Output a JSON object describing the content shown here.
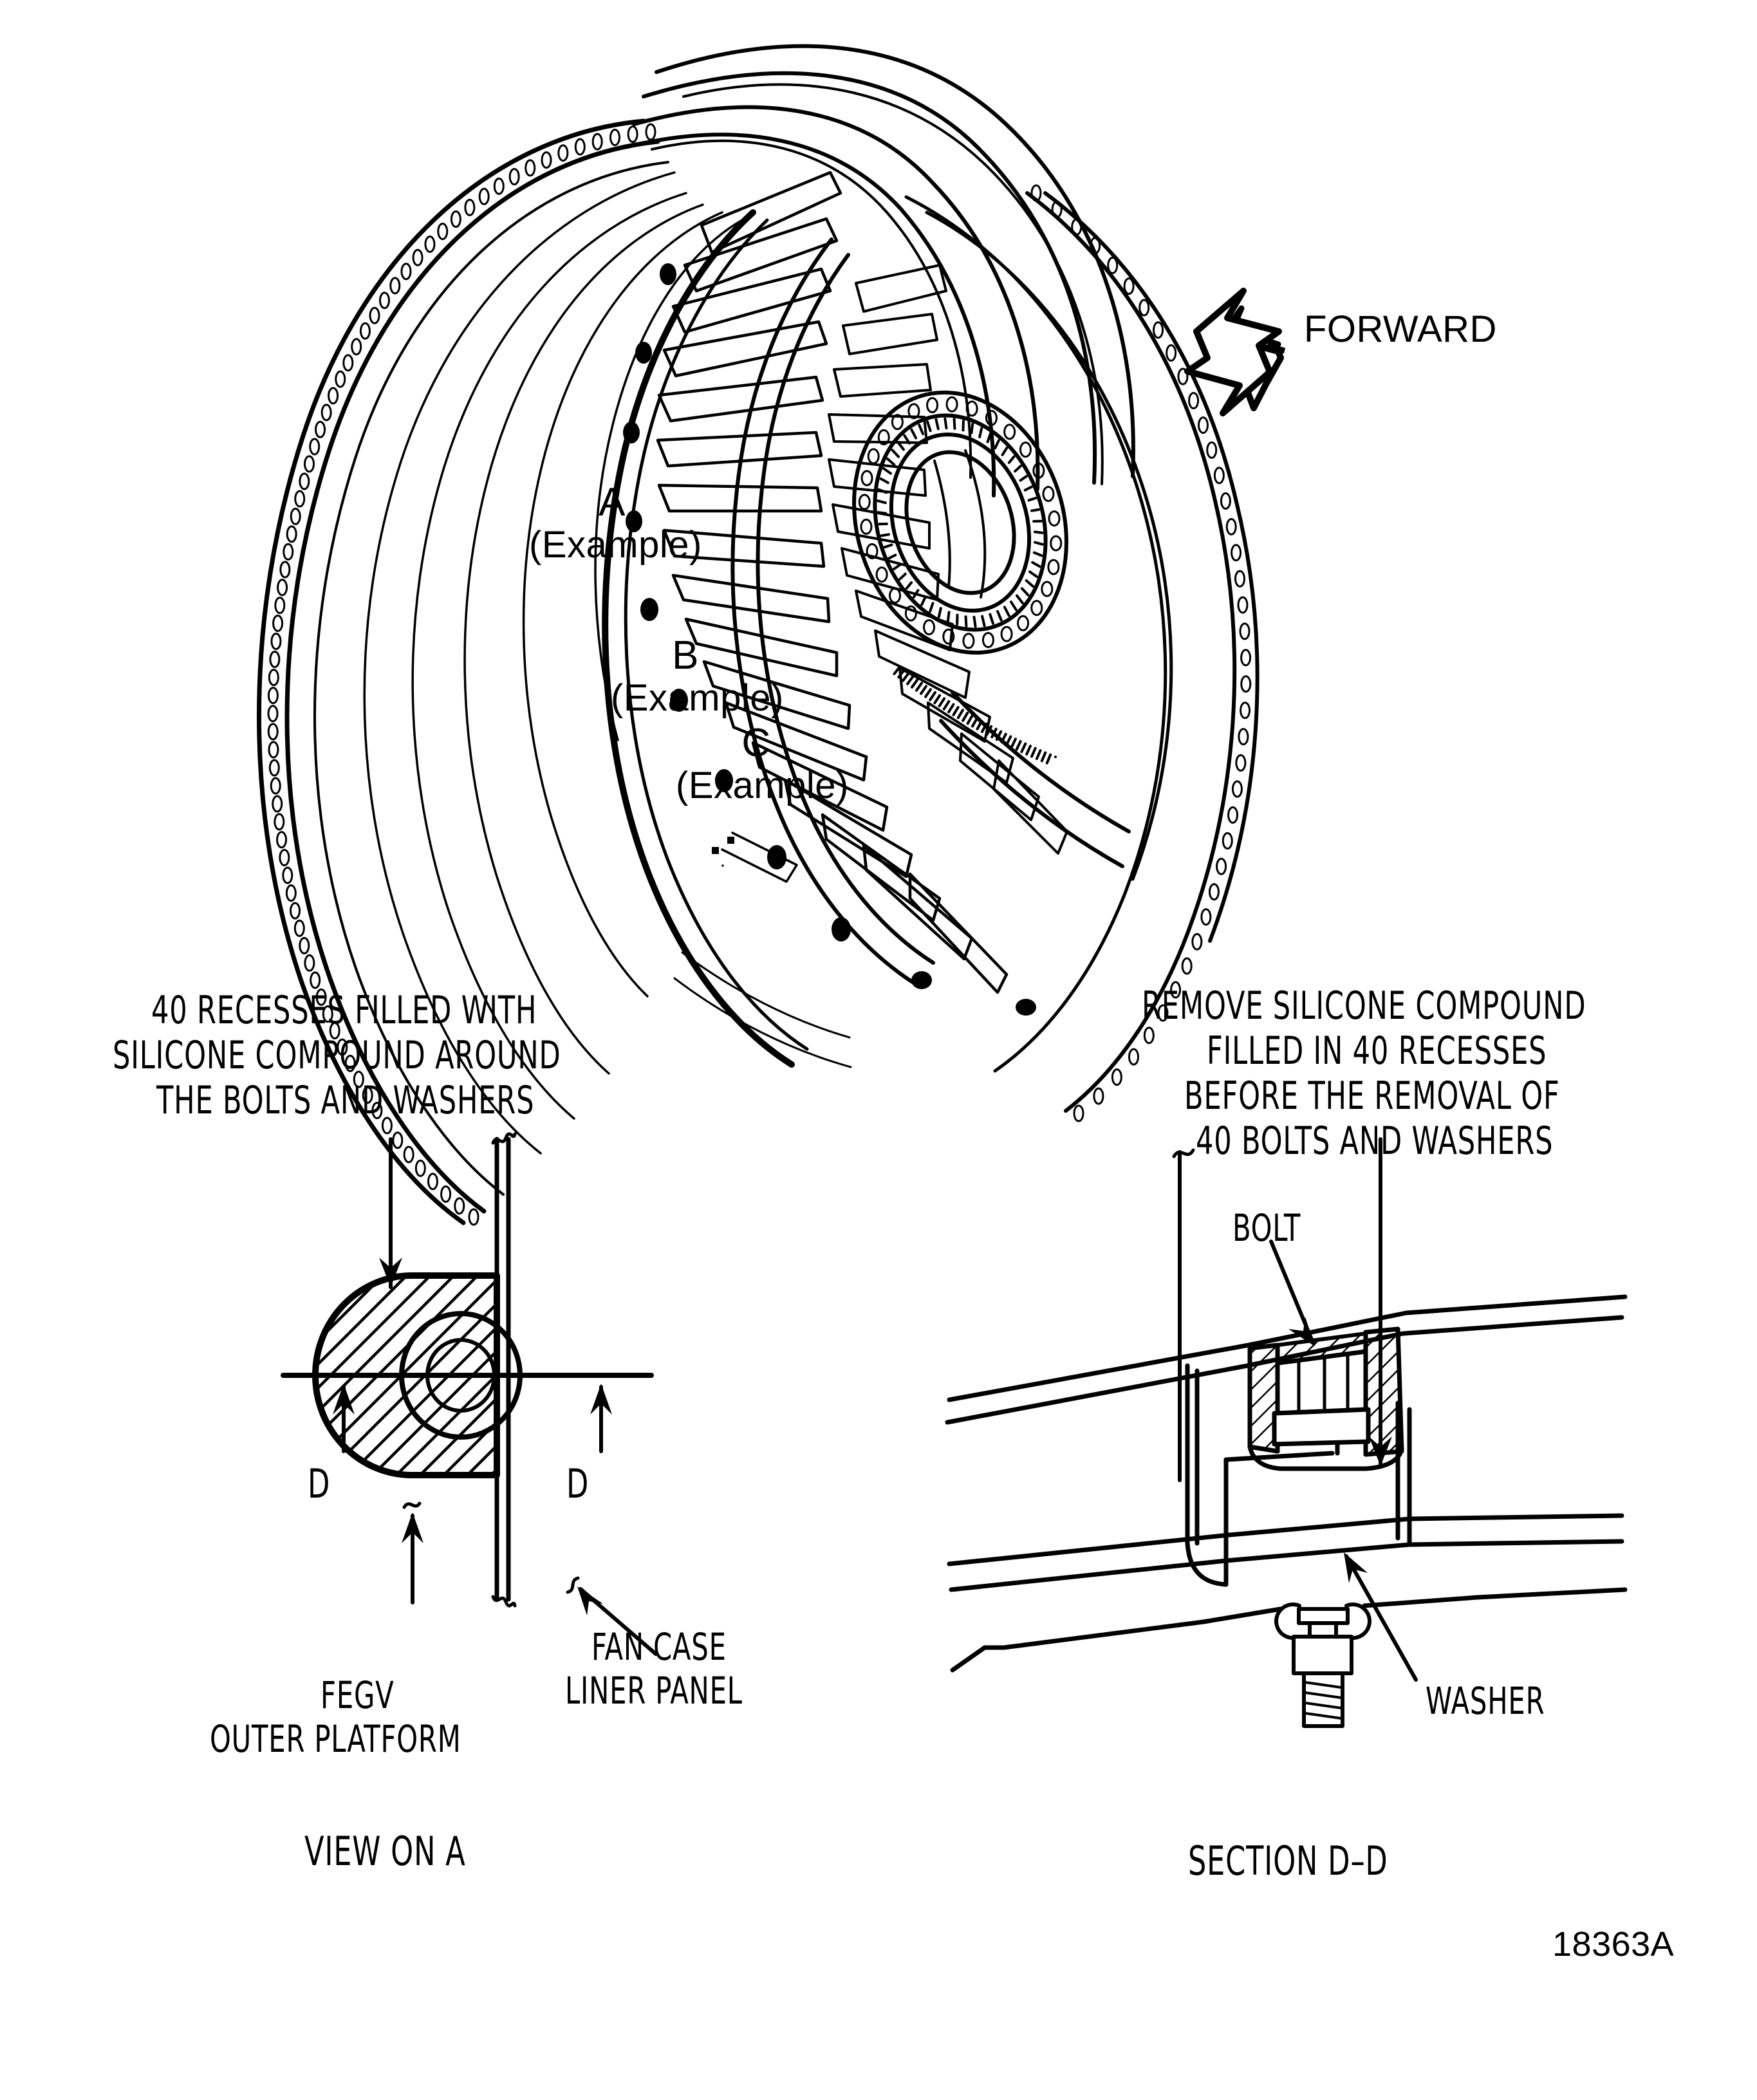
{
  "drawing": {
    "number": "18363A",
    "title_main": "Fan Outlet Guide Vane (FEGV) / Fan Case Liner Panel assembly",
    "orientation_label": "FORWARD"
  },
  "main_view": {
    "callouts": [
      {
        "id": "A",
        "letter": "A",
        "example": "(Example)"
      },
      {
        "id": "B",
        "letter": "B",
        "example": "(Example)"
      },
      {
        "id": "C",
        "letter": "C",
        "example": "(Example)"
      }
    ]
  },
  "left_detail": {
    "note_lines": [
      "40 RECESSES FILLED WITH",
      "SILICONE COMPOUND AROUND",
      "THE BOLTS AND WASHERS"
    ],
    "section_marks": [
      "D",
      "D"
    ],
    "part_labels": [
      {
        "name": "fegv-outer-platform",
        "lines": [
          "FEGV",
          "OUTER PLATFORM"
        ]
      },
      {
        "name": "fan-case-liner-panel",
        "lines": [
          "FAN CASE",
          "LINER PANEL"
        ]
      }
    ],
    "view_title": "VIEW ON A"
  },
  "right_detail": {
    "note_lines": [
      "REMOVE SILICONE COMPOUND",
      "FILLED IN 40 RECESSES",
      "BEFORE THE REMOVAL OF",
      "40 BOLTS AND WASHERS"
    ],
    "part_labels": [
      {
        "name": "bolt",
        "text": "BOLT"
      },
      {
        "name": "washer",
        "text": "WASHER"
      }
    ],
    "view_title": "SECTION D–D"
  },
  "colors": {
    "ink": "#000000",
    "paper": "#ffffff"
  }
}
